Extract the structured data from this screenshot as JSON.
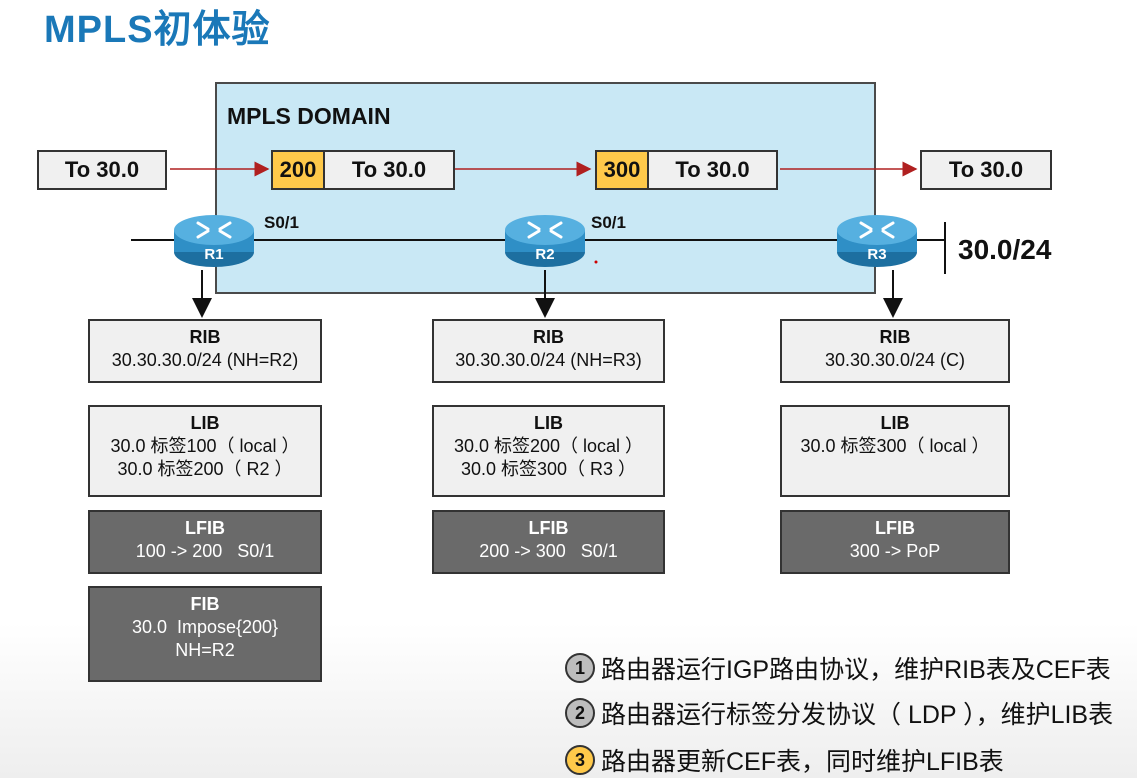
{
  "title": "MPLS初体验",
  "domain_label": "MPLS DOMAIN",
  "packets": {
    "ingress": "To 30.0",
    "hop1_label": "200",
    "hop1_dest": "To 30.0",
    "hop2_label": "300",
    "hop2_dest": "To 30.0",
    "egress": "To 30.0"
  },
  "routers": [
    {
      "name": "R1",
      "interface": "S0/1"
    },
    {
      "name": "R2",
      "interface": "S0/1"
    },
    {
      "name": "R3"
    }
  ],
  "network_prefix": "30.0/24",
  "tables": {
    "r1": {
      "rib": {
        "title": "RIB",
        "rows": [
          "30.30.30.0/24 (NH=R2)"
        ]
      },
      "lib": {
        "title": "LIB",
        "rows": [
          "30.0 标签100（ local ）",
          "30.0 标签200（ R2 ）"
        ]
      },
      "lfib": {
        "title": "LFIB",
        "rows": [
          "100 -> 200   S0/1"
        ]
      },
      "fib": {
        "title": "FIB",
        "rows": [
          "30.0  Impose{200}",
          "NH=R2"
        ]
      }
    },
    "r2": {
      "rib": {
        "title": "RIB",
        "rows": [
          "30.30.30.0/24 (NH=R3)"
        ]
      },
      "lib": {
        "title": "LIB",
        "rows": [
          "30.0 标签200（ local ）",
          "30.0 标签300（ R3 ）"
        ]
      },
      "lfib": {
        "title": "LFIB",
        "rows": [
          "200 -> 300   S0/1"
        ]
      }
    },
    "r3": {
      "rib": {
        "title": "RIB",
        "rows": [
          "30.30.30.0/24 (C)"
        ]
      },
      "lib": {
        "title": "LIB",
        "rows": [
          "30.0 标签300（ local ）"
        ]
      },
      "lfib": {
        "title": "LFIB",
        "rows": [
          "300 -> PoP"
        ]
      }
    }
  },
  "steps": [
    {
      "num": "1",
      "text": "路由器运行IGP路由协议，维护RIB表及CEF表"
    },
    {
      "num": "2",
      "text": "路由器运行标签分发协议（ LDP ），维护LIB表"
    },
    {
      "num": "3",
      "text": "路由器更新CEF表，同时维护LFIB表"
    }
  ],
  "colors": {
    "title": "#1a78b8",
    "domain_bg": "#c9e8f5",
    "label_bg": "#ffc94a",
    "arrow": "#b02020",
    "router": "#2f8fc6",
    "dark_table": "#6a6a6a"
  },
  "icons": [
    "router-icon",
    "arrow-icon"
  ]
}
